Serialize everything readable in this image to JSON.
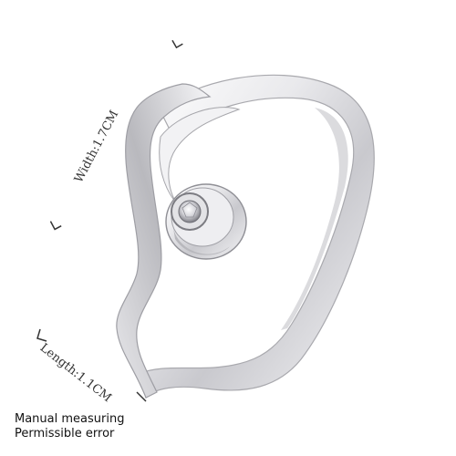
{
  "dimensions": {
    "width_label": "Width:1.7CM",
    "length_label": "Length:1.1CM"
  },
  "note": {
    "line1": "Manual measuring",
    "line2": "Permissible error"
  },
  "product": {
    "image_icon": "silver-ring-with-crystal-icon",
    "metal_color": "#e4e4e6",
    "accent_color": "#9a9aa0"
  }
}
